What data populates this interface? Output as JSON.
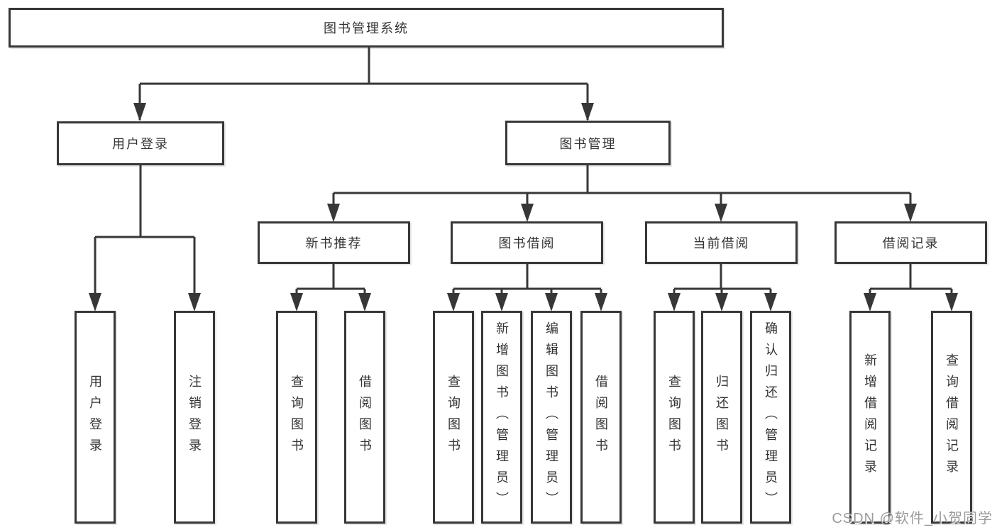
{
  "tree": {
    "label": "图书管理系统",
    "children": [
      {
        "label": "用户登录",
        "children": [
          {
            "label": "用户登录"
          },
          {
            "label": "注销登录"
          }
        ]
      },
      {
        "label": "图书管理",
        "children": [
          {
            "label": "新书推荐",
            "children": [
              {
                "label": "查询图书"
              },
              {
                "label": "借阅图书"
              }
            ]
          },
          {
            "label": "图书借阅",
            "children": [
              {
                "label": "查询图书"
              },
              {
                "label": "新增图书（管理员）"
              },
              {
                "label": "编辑图书（管理员）"
              },
              {
                "label": "借阅图书"
              }
            ]
          },
          {
            "label": "当前借阅",
            "children": [
              {
                "label": "查询图书"
              },
              {
                "label": "归还图书"
              },
              {
                "label": "确认归还（管理员）"
              }
            ]
          },
          {
            "label": "借阅记录",
            "children": [
              {
                "label": "新增借阅记录"
              },
              {
                "label": "查询借阅记录"
              }
            ]
          }
        ]
      }
    ]
  },
  "watermark": {
    "text": "CSDN @软件_小贺同学"
  },
  "colors": {
    "line": "#373737",
    "box_border": "#373737",
    "text": "#333333",
    "watermark": "#9b9b9b",
    "background": "#ffffff"
  }
}
